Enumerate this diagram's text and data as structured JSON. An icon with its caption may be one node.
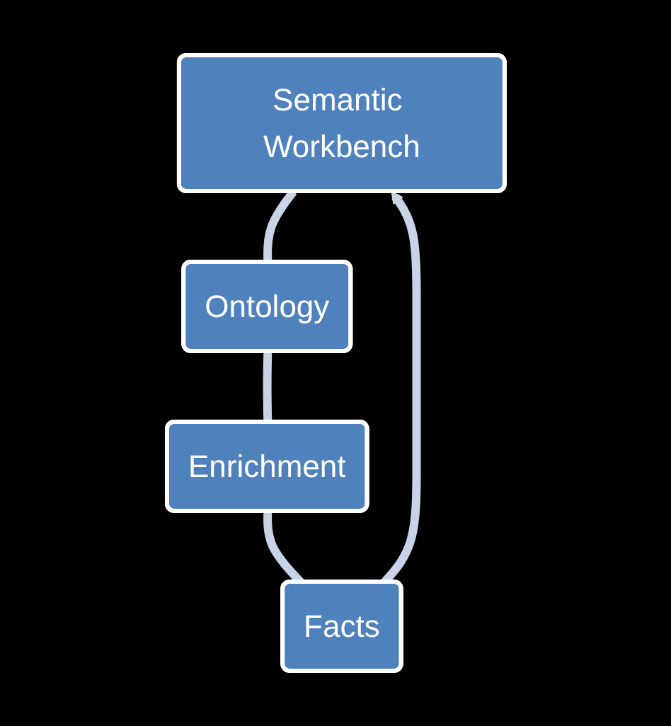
{
  "diagram": {
    "nodes": [
      {
        "text": [
          "Semantic Workbench"
        ]
      },
      {
        "text": [
          "Ontology"
        ]
      },
      {
        "text": [
          "Enrichment"
        ]
      },
      {
        "text": [
          "Facts"
        ]
      }
    ],
    "edges": [
      {
        "from": 0,
        "to": 1,
        "arrow": "none"
      },
      {
        "from": 1,
        "to": 2,
        "arrow": "none"
      },
      {
        "from": 2,
        "to": 3,
        "arrow": "none"
      },
      {
        "from": 3,
        "to": 0,
        "arrow": "to"
      }
    ]
  }
}
